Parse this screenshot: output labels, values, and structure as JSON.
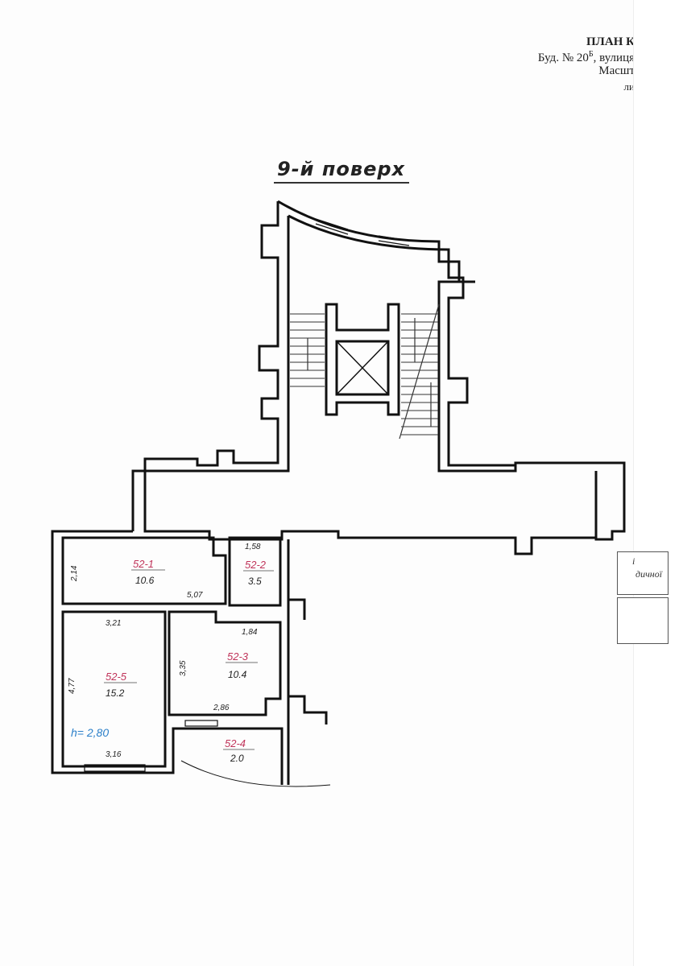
{
  "header": {
    "line1": "ПЛАН К",
    "line2_prefix": "Буд. № 20",
    "line2_sup": "Б",
    "line2_suffix": ", вулиця",
    "line3": "Масшт",
    "line4": "ли"
  },
  "floor_title": "9-й поверх",
  "rooms": [
    {
      "id": "52-1",
      "area": "10.6"
    },
    {
      "id": "52-2",
      "area": "3.5"
    },
    {
      "id": "52-3",
      "area": "10.4"
    },
    {
      "id": "52-4",
      "area": "2.0"
    },
    {
      "id": "52-5",
      "area": "15.2"
    }
  ],
  "dimensions": {
    "r1_width": "2,14",
    "r1_length": "5,07",
    "r2_width": "1,58",
    "r5_top": "3,21",
    "r5_side": "4,77",
    "r5_bottom": "3,16",
    "r3_top": "1,84",
    "r3_side": "3,35",
    "r3_bottom": "2,86"
  },
  "ceiling_height": "h= 2,80",
  "legend_fragment": "дичної",
  "legend_fragment2": "і",
  "colors": {
    "room_id": "#c0345a",
    "height_label": "#2b7fc9",
    "wall": "#111111"
  }
}
